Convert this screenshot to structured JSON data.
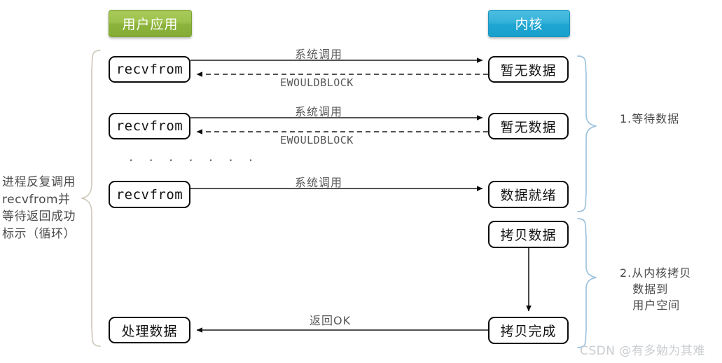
{
  "header": {
    "user_pill": "用户应用",
    "kernel_pill": "内核",
    "user_pill_color": "#9dc24c",
    "kernel_pill_color": "#2ab0d6"
  },
  "nodes": {
    "recvfrom_1": "recvfrom",
    "recvfrom_2": "recvfrom",
    "recvfrom_3": "recvfrom",
    "process_data": "处理数据",
    "no_data_1": "暂无数据",
    "no_data_2": "暂无数据",
    "data_ready": "数据就绪",
    "copying_data": "拷贝数据",
    "copy_done": "拷贝完成"
  },
  "edges": {
    "syscall_1": "系统调用",
    "ewouldblock_1": "EWOULDBLOCK",
    "syscall_2": "系统调用",
    "ewouldblock_2": "EWOULDBLOCK",
    "syscall_3": "系统调用",
    "return_ok": "返回OK"
  },
  "ellipsis": ". . . . . . .",
  "annotations": {
    "left_note": "进程反复调用\nrecvfrom并\n等待返回成功\n标示（循环）",
    "stage_1": "1.等待数据",
    "stage_2": "2.从内核拷贝\n   数据到\n   用户空间",
    "brace_color": "#9ec3de"
  },
  "watermark": "CSDN @有多勉为其难"
}
